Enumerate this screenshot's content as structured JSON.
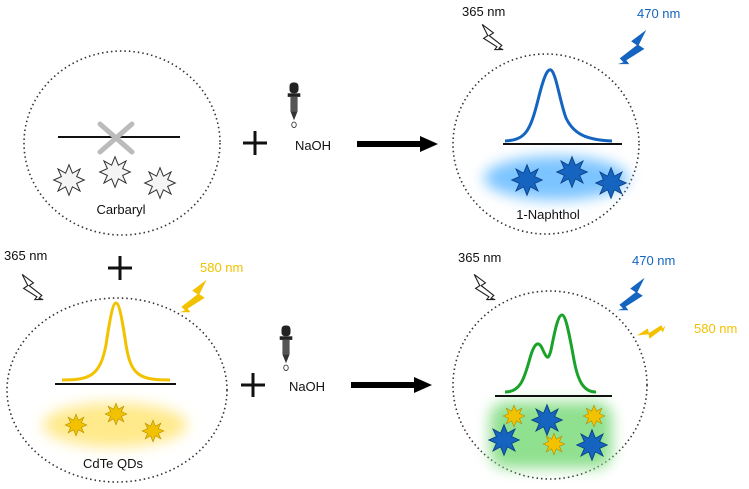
{
  "top_row": {
    "left_circle_label": "Carbaryl",
    "reagent_label": "NaOH",
    "excitation_label": "365 nm",
    "emission_label": "470 nm",
    "right_circle_label": "1-Naphthol"
  },
  "bottom_row": {
    "excitation_label": "365 nm",
    "qd_emission_label": "580 nm",
    "left_circle_label": "CdTe QDs",
    "reagent_label": "NaOH",
    "right_excitation_label": "365 nm",
    "right_emission_blue_label": "470 nm",
    "right_emission_yellow_label": "580 nm"
  },
  "colors": {
    "blue": "#1565c0",
    "yellow": "#f2c200",
    "green": "#1aa32a",
    "glow_blue": "#7cc4ff",
    "glow_yellow": "#ffe98a",
    "glow_green": "#8fe08f"
  }
}
